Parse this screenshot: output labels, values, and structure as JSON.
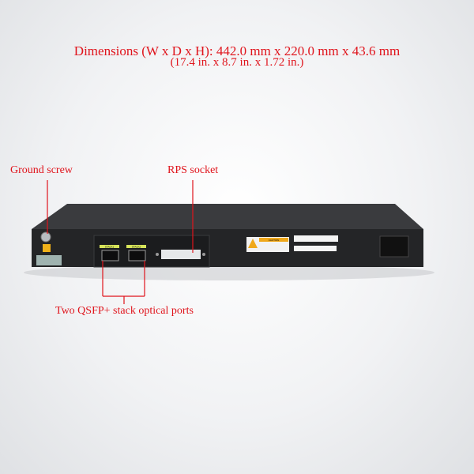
{
  "title": {
    "line1": "Dimensions (W x D x H): 442.0 mm x 220.0 mm x 43.6 mm",
    "line2": "(17.4 in. x 8.7 in. x 1.72 in.)"
  },
  "callouts": {
    "ground": "Ground screw",
    "rps": "RPS socket",
    "qsfp": "Two QSFP+ stack optical ports"
  },
  "device": {
    "port1": "STACK1",
    "port2": "STACK2",
    "caution": "CAUTION"
  },
  "colors": {
    "annotation": "#e0141c",
    "chassis": "#2a2b2d"
  }
}
